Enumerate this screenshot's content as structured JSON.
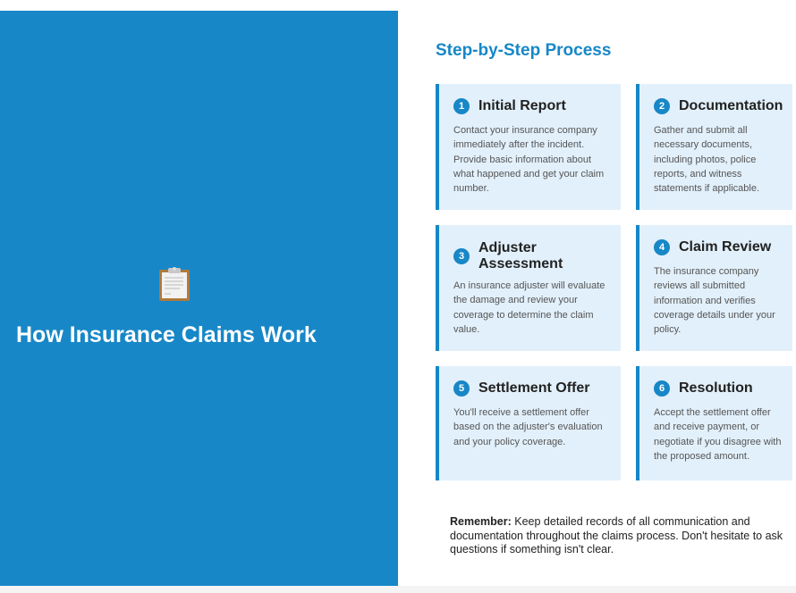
{
  "hero": {
    "icon": "clipboard-icon",
    "title": "How Insurance Claims Work"
  },
  "section_title": "Step-by-Step Process",
  "steps": [
    {
      "number": "1",
      "title": "Initial Report",
      "body": "Contact your insurance company immediately after the incident. Provide basic information about what happened and get your claim number."
    },
    {
      "number": "2",
      "title": "Documentation",
      "body": "Gather and submit all necessary documents, including photos, police reports, and witness statements if applicable."
    },
    {
      "number": "3",
      "title": "Adjuster Assessment",
      "body": "An insurance adjuster will evaluate the damage and review your coverage to determine the claim value."
    },
    {
      "number": "4",
      "title": "Claim Review",
      "body": "The insurance company reviews all submitted information and verifies coverage details under your policy."
    },
    {
      "number": "5",
      "title": "Settlement Offer",
      "body": "You'll receive a settlement offer based on the adjuster's evaluation and your policy coverage."
    },
    {
      "number": "6",
      "title": "Resolution",
      "body": "Accept the settlement offer and receive payment, or negotiate if you disagree with the proposed amount."
    }
  ],
  "note": {
    "label": "Remember:",
    "text": " Keep detailed records of all communication and documentation throughout the claims process. Don't hesitate to ask questions if something isn't clear."
  },
  "colors": {
    "accent": "#1787c7",
    "card_bg": "#e2f0fb"
  }
}
